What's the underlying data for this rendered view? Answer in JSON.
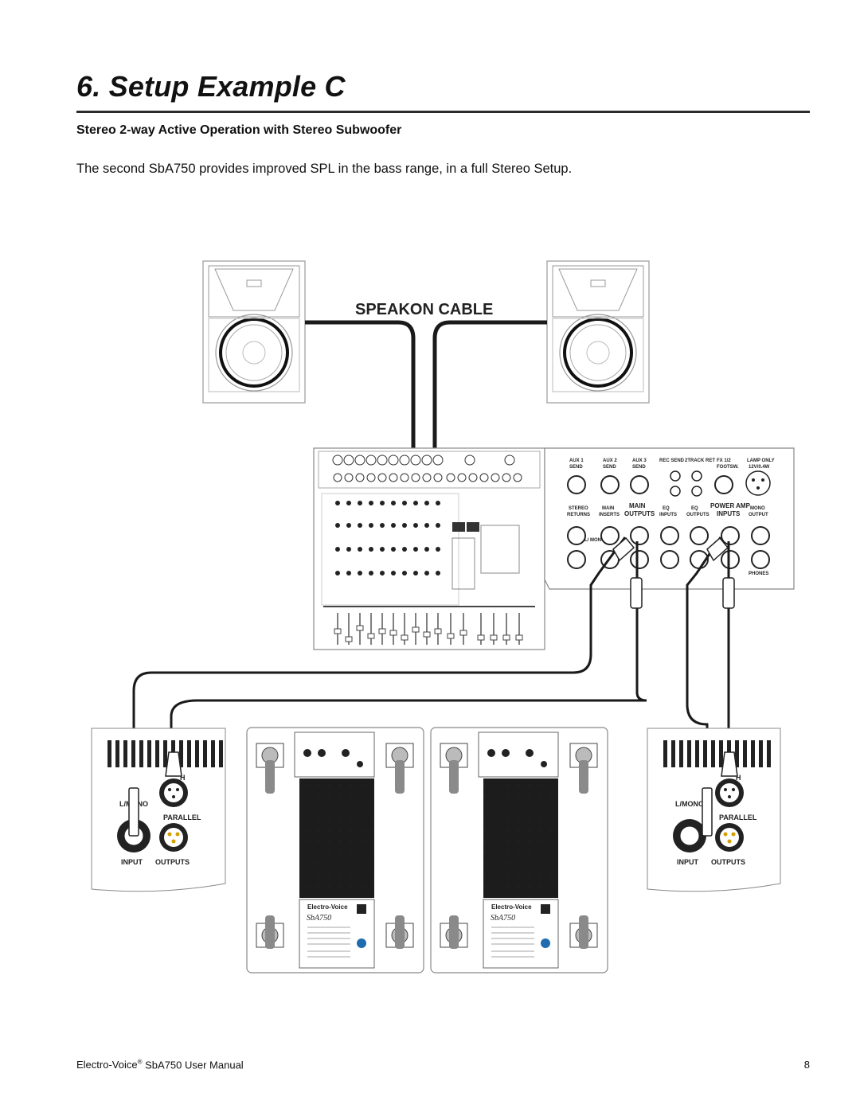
{
  "page": {
    "title": "6. Setup Example C",
    "subtitle": "Stereo 2-way Active Operation with Stereo Subwoofer",
    "intro": "The second SbA750 provides improved SPL in the bass range, in a full Stereo Setup."
  },
  "diagram": {
    "cable_label": "SPEAKON CABLE",
    "mixer_rear": {
      "aux1": "AUX 1",
      "aux2": "AUX 2",
      "aux3": "AUX 3",
      "send": "SEND",
      "rec_send": "REC SEND",
      "track_ret": "2TRACK RET",
      "fx": "FX 1/2",
      "footsw": "FOOTSW.",
      "lamp": "LAMP ONLY",
      "lamp_spec": "12V/0.4W",
      "stereo": "STEREO",
      "returns": "RETURNS",
      "main": "MAIN",
      "inserts": "INSERTS",
      "main2": "MAIN",
      "outputs": "OUTPUTS",
      "eq": "EQ",
      "inputs": "INPUTS",
      "eq2": "EQ",
      "outputs2": "OUTPUTS",
      "power_amp": "POWER AMP",
      "inputs2": "INPUTS",
      "mono": "MONO",
      "output": "OUTPUT",
      "l_mono": "L/ MONO",
      "phones": "PHONES"
    },
    "sub_panel": {
      "thru": "THRU",
      "thru_visible": "H",
      "l_mono": "L/MONO",
      "parallel": "PARALLEL",
      "input": "INPUT",
      "outputs": "OUTPUTS"
    },
    "sub_brand": "Electro-Voice",
    "sub_model": "SbA750"
  },
  "footer": {
    "brand": "Electro-Voice",
    "registered": "®",
    "manual": "SbA750 User Manual",
    "page_number": "8"
  }
}
